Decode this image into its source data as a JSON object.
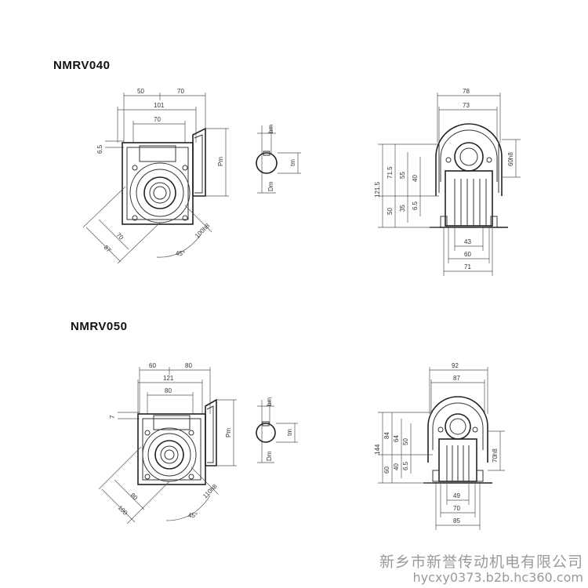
{
  "models": [
    {
      "title": "NMRV040",
      "side_dims": {
        "d50": "50",
        "d70": "70",
        "d101": "101",
        "d70b": "70",
        "d65": "6.5",
        "pm": "Pm",
        "r100": "100h8",
        "r70": "70",
        "r87": "87",
        "ang": "45°"
      },
      "key_dims": {
        "bm": "bm",
        "tm": "tm",
        "dm": "Dm"
      },
      "front_dims": {
        "d78": "78",
        "d73": "73",
        "d1215": "121.5",
        "d715": "71.5",
        "d55": "55",
        "d40": "40",
        "d50": "50",
        "d35": "35",
        "d65": "6.5",
        "d60h8": "60h8",
        "d43": "43",
        "d60": "60",
        "d71": "71"
      }
    },
    {
      "title": "NMRV050",
      "side_dims": {
        "d60": "60",
        "d80": "80",
        "d121": "121",
        "d80b": "80",
        "d7": "7",
        "pm": "Pm",
        "r110": "110h8",
        "r80": "80",
        "r100": "100",
        "ang": "45°"
      },
      "key_dims": {
        "bm": "bm",
        "tm": "tm",
        "dm": "Dm"
      },
      "front_dims": {
        "d92": "92",
        "d87": "87",
        "d144": "144",
        "d84": "84",
        "d64": "64",
        "d50": "50",
        "d60": "60",
        "d40": "40",
        "d65": "6.5",
        "d70h8": "70h8",
        "d49": "49",
        "d70": "70",
        "d85": "85"
      }
    }
  ],
  "watermark": {
    "company": "新乡市新誉传动机电有限公司",
    "url": "hycxy0373.b2b.hc360.com"
  }
}
